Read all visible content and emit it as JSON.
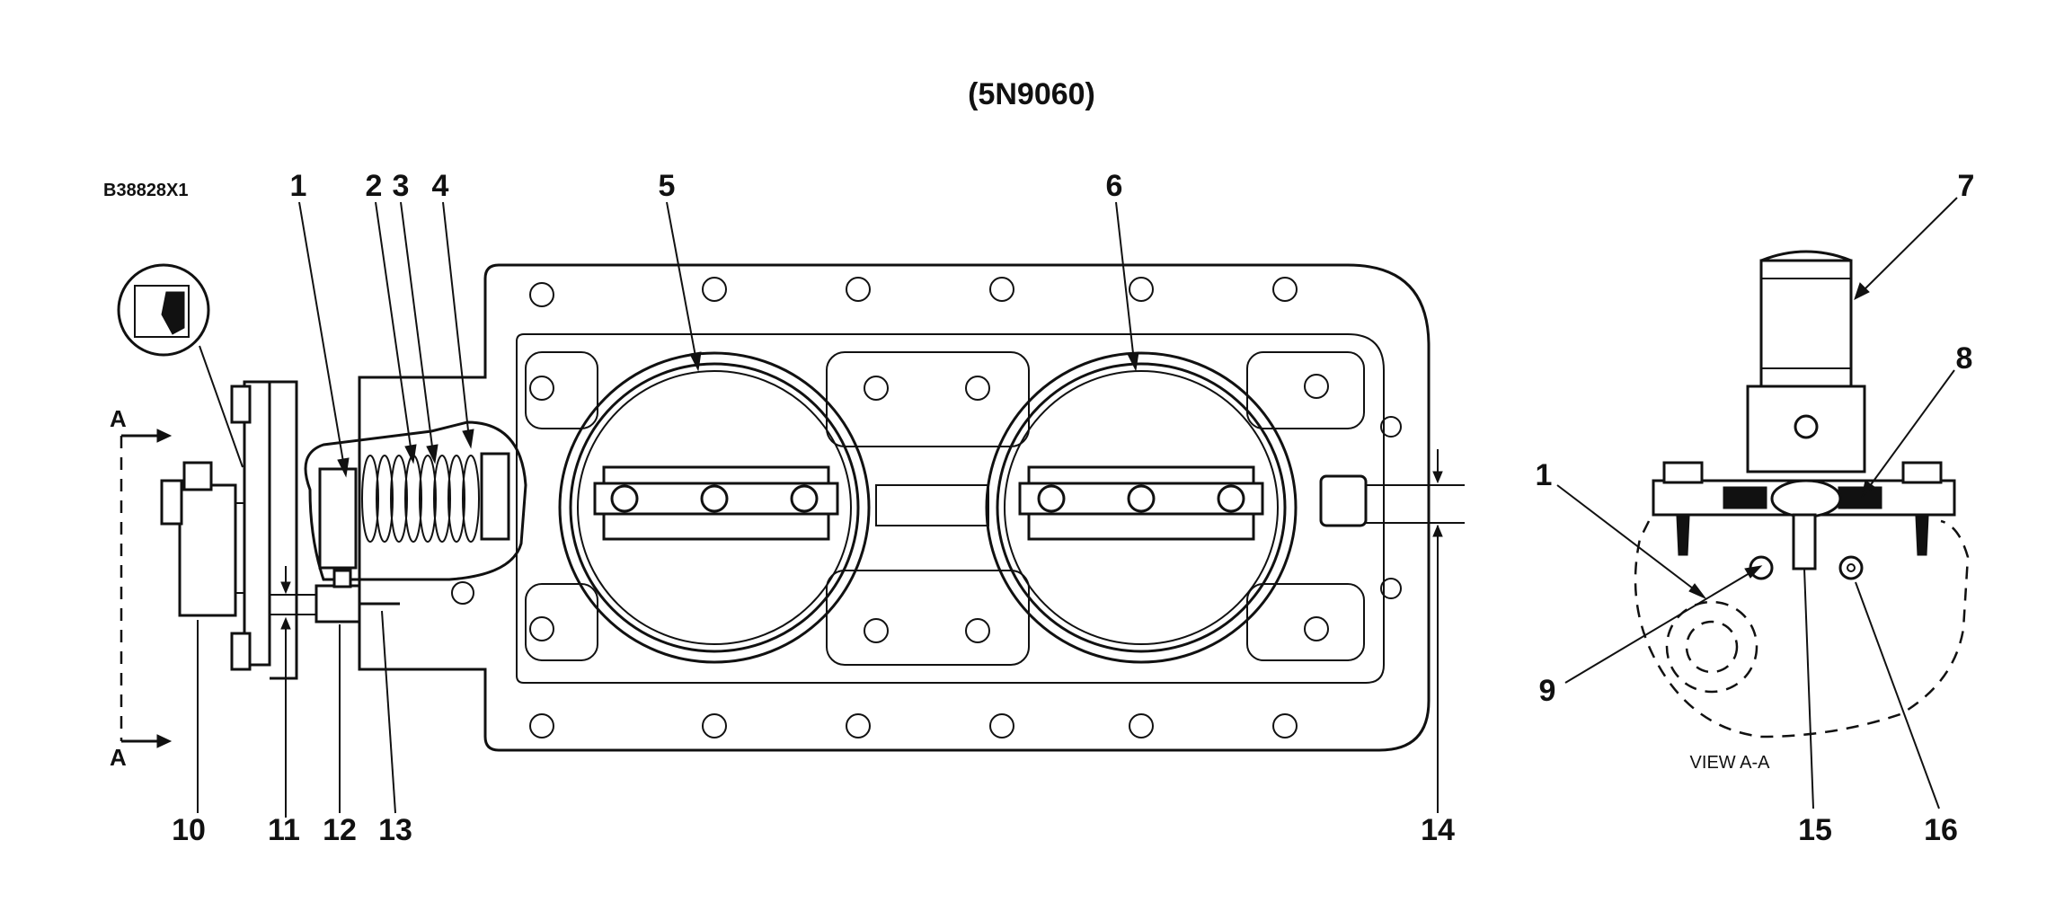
{
  "title": "(5N9060)",
  "figure_ref": "B38828X1",
  "section_view_label": "VIEW A-A",
  "section_marker": "A",
  "callouts": [
    "1",
    "2",
    "3",
    "4",
    "5",
    "6",
    "7",
    "8",
    "9",
    "10",
    "11",
    "12",
    "13",
    "14",
    "15",
    "16"
  ]
}
